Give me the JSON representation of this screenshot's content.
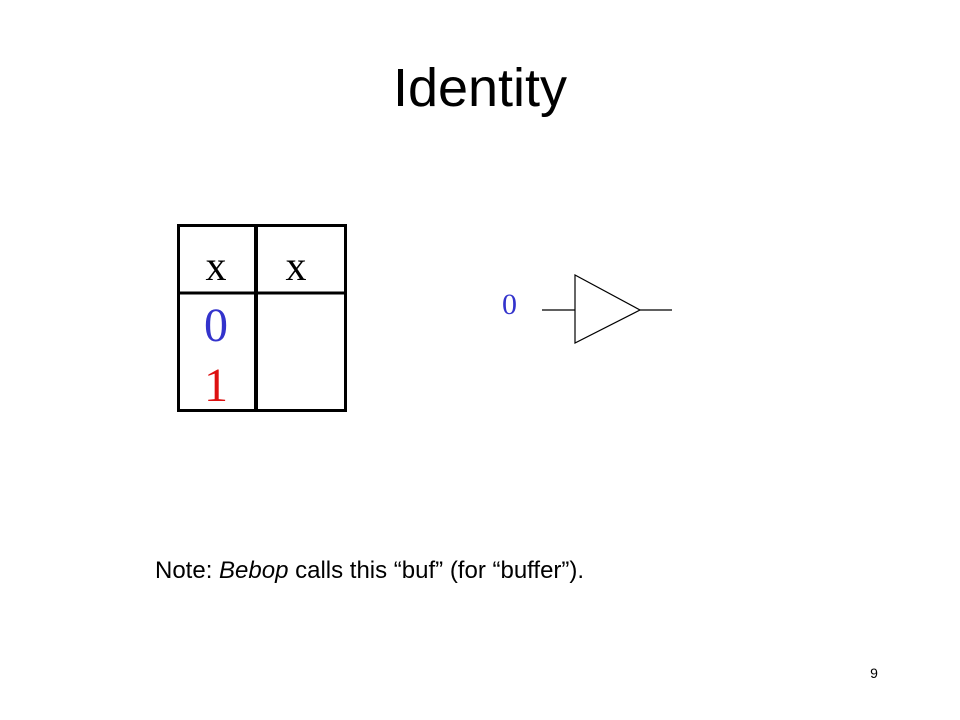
{
  "slide": {
    "title": "Identity",
    "page_number": "9"
  },
  "truth_table": {
    "headers": [
      "x",
      "x"
    ],
    "rows": [
      {
        "input": "0",
        "output": ""
      },
      {
        "input": "1",
        "output": ""
      }
    ]
  },
  "gate": {
    "type": "buffer",
    "input_label": "0"
  },
  "note": {
    "prefix": "Note: ",
    "emphasis": "Bebop",
    "suffix": " calls this “buf” (for “buffer”)."
  },
  "colors": {
    "text": "#000000",
    "zero_value": "#3333cc",
    "one_value": "#dd1111",
    "line": "#000000",
    "background": "#ffffff"
  }
}
